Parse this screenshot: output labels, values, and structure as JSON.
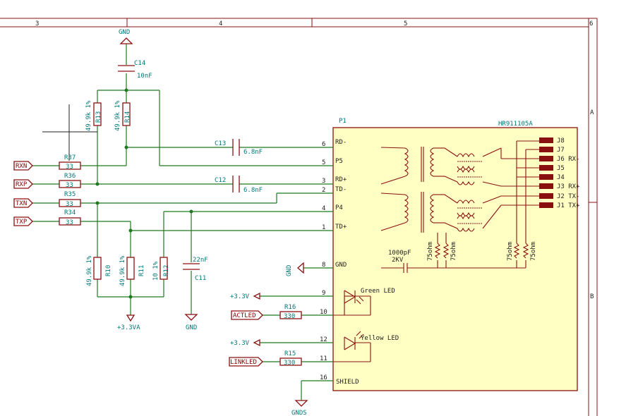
{
  "frame": {
    "col_labels": [
      "3",
      "4",
      "5",
      "6"
    ],
    "row_labels": [
      "A",
      "B"
    ]
  },
  "parts": {
    "c14": {
      "ref": "C14",
      "value": "10nF"
    },
    "r13": {
      "ref": "R13",
      "value": "49.9k 1%"
    },
    "r14": {
      "ref": "R14",
      "value": "49.9k 1%"
    },
    "c13": {
      "ref": "C13",
      "value": "6.8nF"
    },
    "c12": {
      "ref": "C12",
      "value": "6.8nF"
    },
    "r37": {
      "ref": "R37",
      "value": "33"
    },
    "r36": {
      "ref": "R36",
      "value": "33"
    },
    "r35": {
      "ref": "R35",
      "value": "33"
    },
    "r34": {
      "ref": "R34",
      "value": "33"
    },
    "r10": {
      "ref": "R10",
      "value": "49.9k 1%"
    },
    "r11": {
      "ref": "R11",
      "value": "49.9k 1%"
    },
    "r12": {
      "ref": "R12",
      "value": "10 1%"
    },
    "c11": {
      "ref": "C11",
      "value": "22nF"
    },
    "r16": {
      "ref": "R16",
      "value": "330"
    },
    "r15": {
      "ref": "R15",
      "value": "330"
    }
  },
  "connector": {
    "ref": "P1",
    "part": "HR911105A",
    "hv_cap": {
      "value": "1000pF",
      "voltage": "2KV"
    },
    "term_resistors": [
      "75ohm",
      "75ohm",
      "75ohm",
      "75ohm"
    ],
    "pins_left": [
      {
        "num": "6",
        "name": "RD-"
      },
      {
        "num": "5",
        "name": "P5"
      },
      {
        "num": "3",
        "name": "RD+"
      },
      {
        "num": "2",
        "name": "TD-"
      },
      {
        "num": "4",
        "name": "P4"
      },
      {
        "num": "1",
        "name": "TD+"
      },
      {
        "num": "8",
        "name": "GND"
      },
      {
        "num": "9",
        "name": ""
      },
      {
        "num": "10",
        "name": ""
      },
      {
        "num": "12",
        "name": ""
      },
      {
        "num": "11",
        "name": ""
      },
      {
        "num": "16",
        "name": "SHIELD"
      }
    ],
    "jacks": [
      "J8",
      "J7",
      "J6 RX-",
      "J5",
      "J4",
      "J3 RX+",
      "J2 TX-",
      "J1 TX+"
    ],
    "leds": [
      "Green LED",
      "Yellow LED"
    ]
  },
  "nets": {
    "rxn": "RXN",
    "rxp": "RXP",
    "txn": "TXN",
    "txp": "TXP",
    "actled": "ACTLED",
    "linkled": "LINKLED",
    "gnd_top": "GND",
    "gnd_c11": "GND",
    "gnd_p1": "GND",
    "v33a": "+3.3VA",
    "v33_1": "+3.3V",
    "v33_2": "+3.3V",
    "gnds": "GNDS"
  },
  "colors": {
    "component": "#8a1010",
    "wire": "#1f7a1f",
    "text": "#007878",
    "connector_fill": "#ffffc4"
  }
}
